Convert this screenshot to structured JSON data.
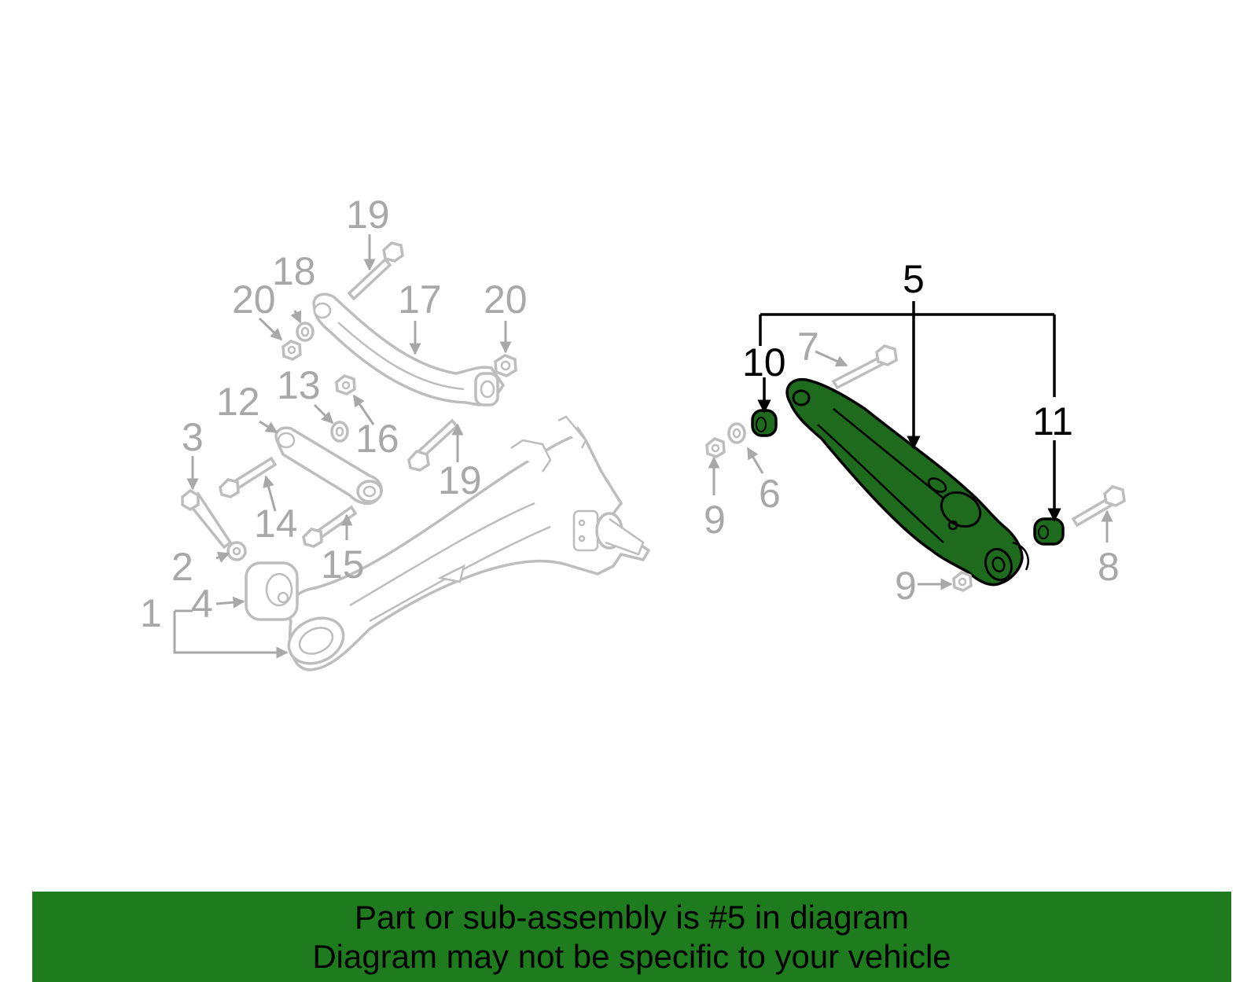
{
  "banner": {
    "line1": "Part or sub-assembly is #5 in diagram",
    "line2": "Diagram may not be specific to your vehicle",
    "background": "#1e7b1e"
  },
  "highlight_color": "#1e6b1e",
  "callouts": {
    "c1": "1",
    "c2": "2",
    "c3": "3",
    "c4": "4",
    "c5": "5",
    "c6": "6",
    "c7": "7",
    "c8": "8",
    "c9a": "9",
    "c9b": "9",
    "c10": "10",
    "c11": "11",
    "c12": "12",
    "c13": "13",
    "c14": "14",
    "c15": "15",
    "c16": "16",
    "c17": "17",
    "c18": "18",
    "c19a": "19",
    "c19b": "19",
    "c20a": "20",
    "c20b": "20"
  }
}
